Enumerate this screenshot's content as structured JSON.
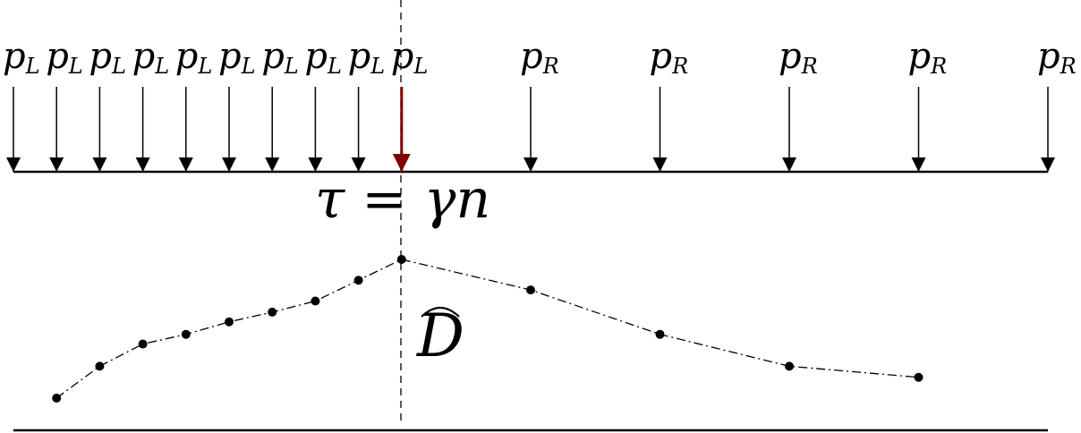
{
  "diagram": {
    "equation": "τ = γn",
    "estimator_label": "D",
    "estimator_accent": "hat",
    "left_loads": {
      "symbol": "p",
      "subscript": "L",
      "count": 10
    },
    "right_loads": {
      "symbol": "p",
      "subscript": "R",
      "count": 5
    },
    "threshold_load_index": 9,
    "colors": {
      "ink": "#000000",
      "threshold_arrow": "#800000"
    },
    "curve": {
      "style": "dash-dot",
      "points": [
        {
          "load": 1,
          "level": 0.0
        },
        {
          "load": 2,
          "level": 0.23
        },
        {
          "load": 3,
          "level": 0.39
        },
        {
          "load": 4,
          "level": 0.46
        },
        {
          "load": 5,
          "level": 0.55
        },
        {
          "load": 6,
          "level": 0.62
        },
        {
          "load": 7,
          "level": 0.7
        },
        {
          "load": 8,
          "level": 0.85
        },
        {
          "load": 9,
          "level": 1.0
        },
        {
          "load": 10,
          "level": 0.78
        },
        {
          "load": 11,
          "level": 0.46
        },
        {
          "load": 12,
          "level": 0.23
        },
        {
          "load": 13,
          "level": 0.15
        }
      ]
    }
  }
}
